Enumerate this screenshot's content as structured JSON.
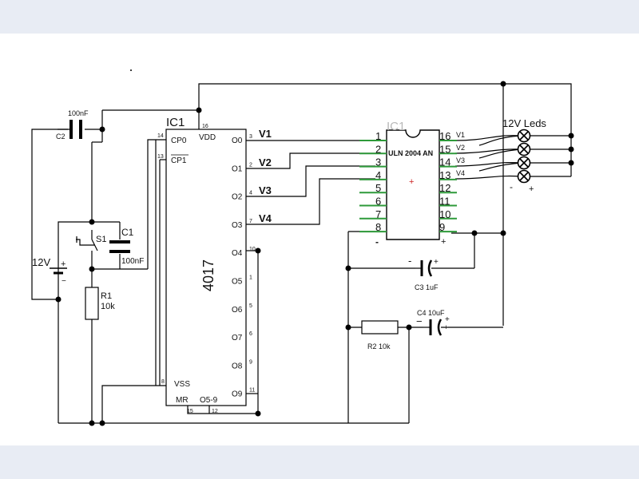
{
  "supply": {
    "voltage_label": "12V",
    "plus": "+",
    "minus": "−"
  },
  "c2": {
    "label": "C2",
    "value": "100nF"
  },
  "c1": {
    "label": "C1",
    "value": "100nF"
  },
  "s1": {
    "label": "S1"
  },
  "r1": {
    "label": "R1",
    "value": "10k"
  },
  "ic4017": {
    "ref": "IC1",
    "part": "4017",
    "pins_left": [
      {
        "name": "CP0",
        "num": "14"
      },
      {
        "name": "CP1",
        "num": "13"
      },
      {
        "name": "VSS",
        "num": "8"
      },
      {
        "name": "MR",
        "num": "15"
      }
    ],
    "vdd": {
      "name": "VDD",
      "num": "16"
    },
    "o59": {
      "name": "O5-9",
      "num": "12"
    },
    "outputs": [
      {
        "name": "O0",
        "num": "3"
      },
      {
        "name": "O1",
        "num": "2"
      },
      {
        "name": "O2",
        "num": "4"
      },
      {
        "name": "O3",
        "num": "7"
      },
      {
        "name": "O4",
        "num": "10"
      },
      {
        "name": "O5",
        "num": "1"
      },
      {
        "name": "O6",
        "num": "5"
      },
      {
        "name": "O7",
        "num": "6"
      },
      {
        "name": "O8",
        "num": "9"
      },
      {
        "name": "O9",
        "num": "11"
      }
    ],
    "output_labels": [
      "V1",
      "V2",
      "V3",
      "V4"
    ]
  },
  "uln": {
    "ref": "IC1",
    "part": "ULN 2004 AN",
    "left_pins": [
      "1",
      "2",
      "3",
      "4",
      "5",
      "6",
      "7",
      "8"
    ],
    "right_pins": [
      "16",
      "15",
      "14",
      "13",
      "12",
      "11",
      "10",
      "9"
    ],
    "right_labels": [
      "V1",
      "V2",
      "V3",
      "V4"
    ],
    "minus": "-",
    "plus": "+",
    "center": "+"
  },
  "c3": {
    "label": "C3 1uF",
    "minus": "-",
    "plus": "+"
  },
  "c4": {
    "label": "C4 10uF",
    "minus": "−",
    "plus": "+",
    "plus2": "+"
  },
  "r2": {
    "label": "R2 10k"
  },
  "leds": {
    "title": "12V Leds",
    "minus": "-",
    "plus": "+"
  },
  "colors": {
    "wire": "#000000",
    "uln_pin": "#2e9a3a",
    "center_mark": "#cc2222",
    "background": "#e8ecf4",
    "sheet": "#ffffff"
  }
}
